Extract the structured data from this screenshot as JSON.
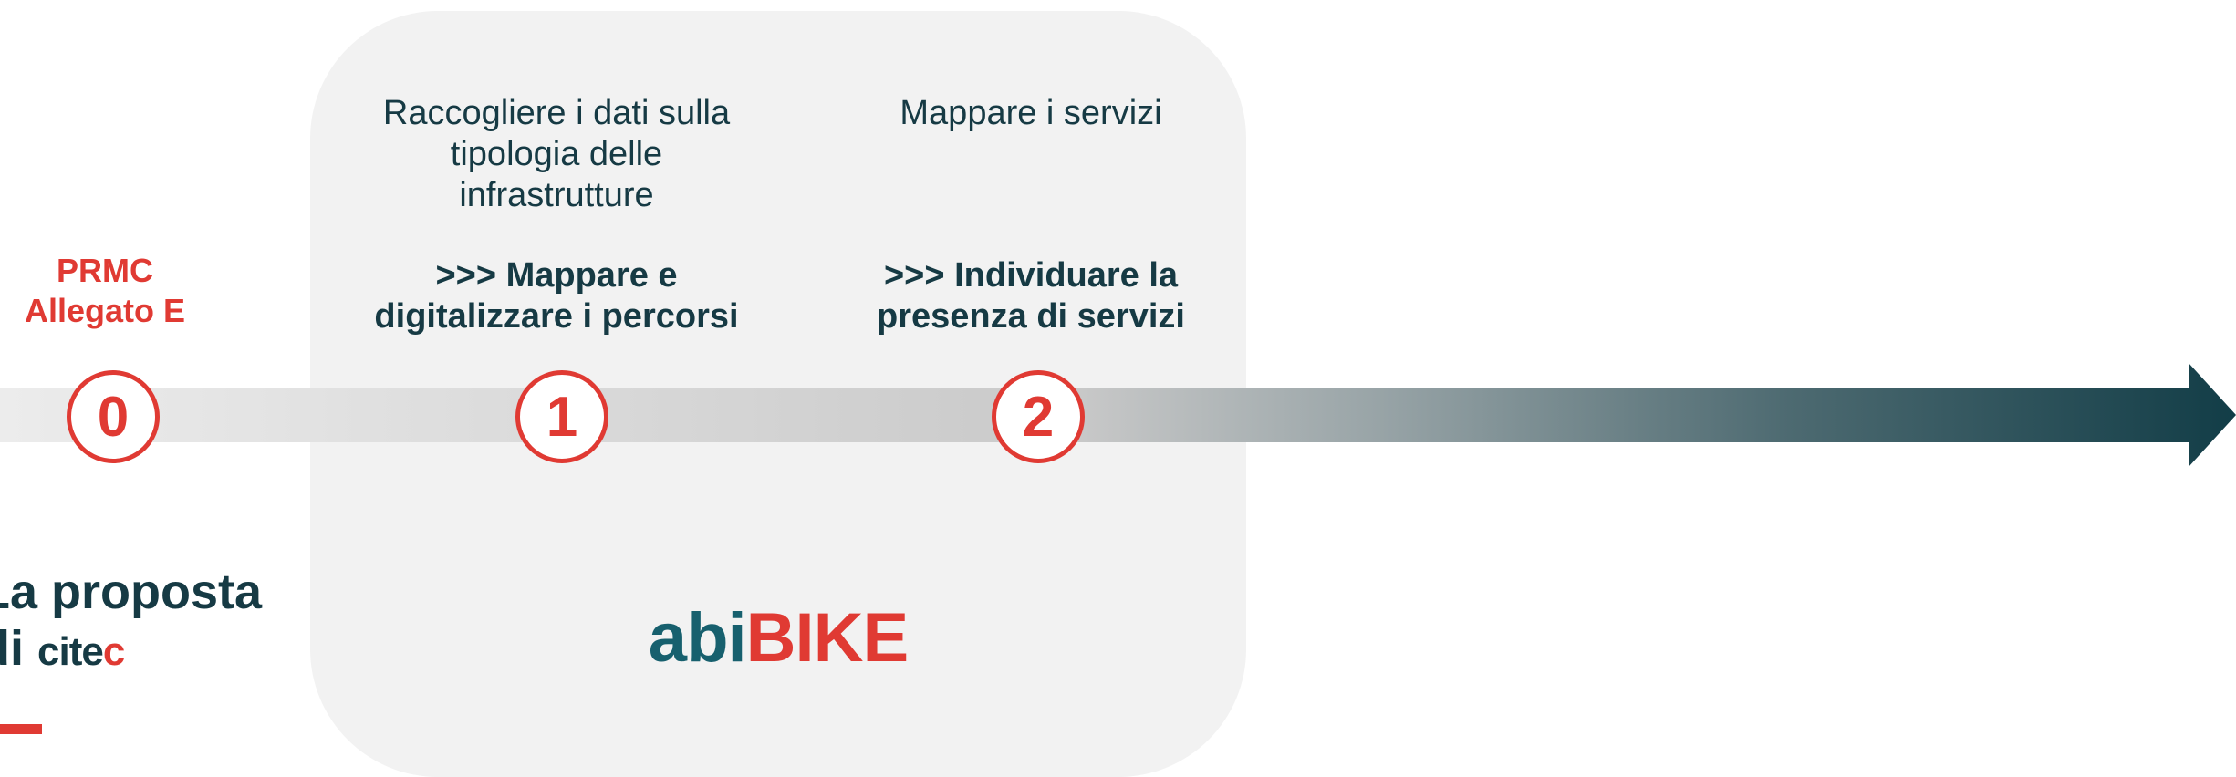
{
  "step0": {
    "label_line1": "PRMC",
    "label_line2": "Allegato E",
    "number": "0"
  },
  "step1": {
    "title_line1": "Raccogliere i dati sulla",
    "title_line2": "tipologia delle",
    "title_line3": "infrastrutture",
    "action_line1": ">>> Mappare e",
    "action_line2": "digitalizzare i percorsi",
    "number": "1"
  },
  "step2": {
    "title_line1": "Mappare i servizi",
    "action_line1": ">>> Individuare la",
    "action_line2": "presenza di servizi",
    "number": "2"
  },
  "proposal": {
    "line1": "La proposta",
    "line2_prefix": "di",
    "brand_part1": "cite",
    "brand_part2": "c"
  },
  "logo": {
    "part1": "abi",
    "part2": "BIKE"
  },
  "colors": {
    "accent_red": "#e03a33",
    "dark_teal": "#163a44",
    "logo_teal": "#17606e",
    "panel_bg": "#f2f2f2"
  }
}
